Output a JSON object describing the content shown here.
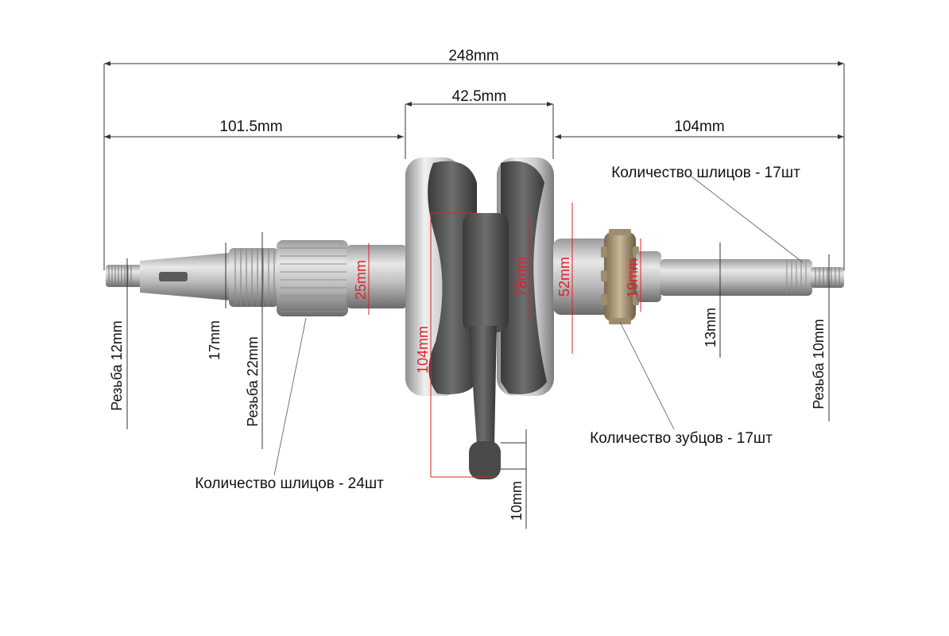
{
  "dimensions": {
    "overall_length": "248mm",
    "left_shaft_length": "101.5mm",
    "flywheel_width": "42.5mm",
    "right_shaft_length": "104mm",
    "spline_diameter_left": "25mm",
    "crank_web_inner": "78mm",
    "flywheel_diameter": "52mm",
    "gear_diameter": "19mm",
    "crank_height": "104mm",
    "rod_end_width": "10mm",
    "shaft_17": "17mm",
    "shaft_13": "13mm"
  },
  "threads": {
    "left_thread": "Резьба 12mm",
    "left_thread2": "Резьба 22mm",
    "right_thread": "Резьба 10mm"
  },
  "notes": {
    "splines_right": "Количество шлицов - 17шт",
    "teeth": "Количество зубцов - 17шт",
    "splines_left": "Количество шлицов - 24шт"
  },
  "colors": {
    "annotation": "#111111",
    "highlight": "#e0202a",
    "metal_light": "#d8d8d8",
    "metal_dark": "#4a4a4a"
  }
}
